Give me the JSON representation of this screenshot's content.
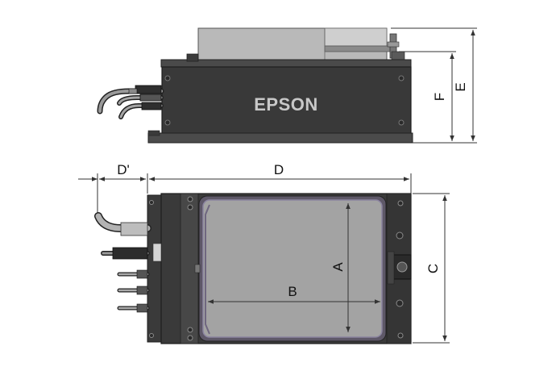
{
  "brand": {
    "label": "EPSON"
  },
  "dimensions": {
    "d_prime": "D'",
    "d": "D",
    "a": "A",
    "b": "B",
    "c": "C",
    "e": "E",
    "f": "F"
  },
  "colors": {
    "body_dark": "#3a3a3a",
    "body_darker": "#2b2b2b",
    "lid": "#b7b7b7",
    "window": "#9f9f9f",
    "rail": "#7a6f8a",
    "dim_line": "#333333"
  }
}
